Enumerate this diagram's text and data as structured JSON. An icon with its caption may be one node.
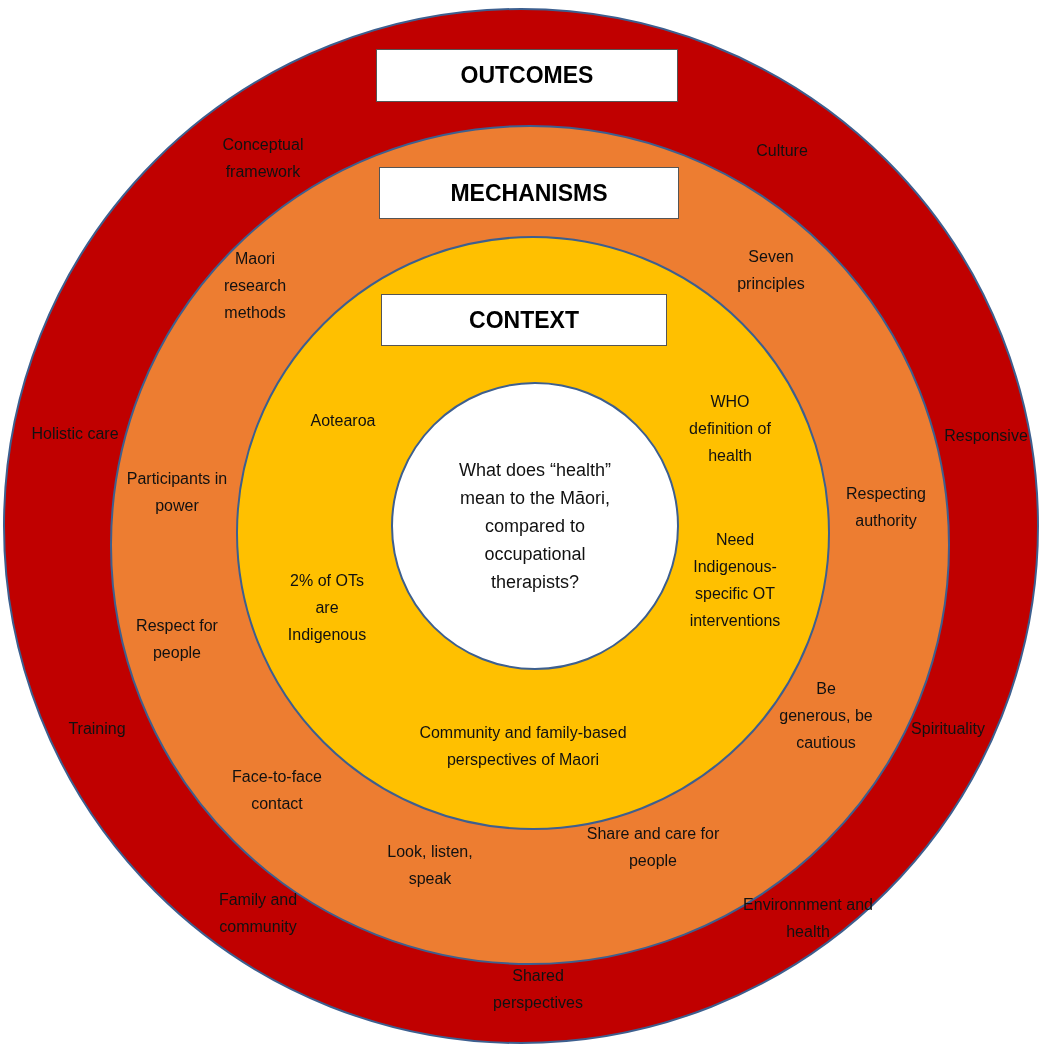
{
  "diagram": {
    "nodes": [
      {
        "text": [],
        "shape": "circle"
      },
      {
        "text": [
          "OUTCOMES"
        ],
        "in": 0
      },
      {
        "text": [],
        "shape": "circle",
        "in": 0
      },
      {
        "text": [
          "MECHANISMS"
        ],
        "in": 2
      },
      {
        "text": [],
        "shape": "circle",
        "in": 2
      },
      {
        "text": [
          "CONTEXT"
        ],
        "in": 4
      },
      {
        "text": [
          "What does “health” mean to the Māori, compared to occupational therapists?"
        ],
        "in": 4
      }
    ],
    "edges": [],
    "labels": [
      "Conceptual framework",
      "Culture",
      "Maori research methods",
      "Seven principles",
      "Holistic care",
      "Aotearoa",
      "WHO definition of health",
      "Responsive",
      "Participants in power",
      "Respecting authority",
      "2% of OTs are Indigenous",
      "Need Indigenous-specific OT interventions",
      "Respect for people",
      "Training",
      "Be generous, be cautious",
      "Spirituality",
      "Community and family-based perspectives of Maori",
      "Face-to-face contact",
      "Look, listen, speak",
      "Share and care for people",
      "Family and community",
      "Environnment and health",
      "Shared perspectives"
    ]
  }
}
